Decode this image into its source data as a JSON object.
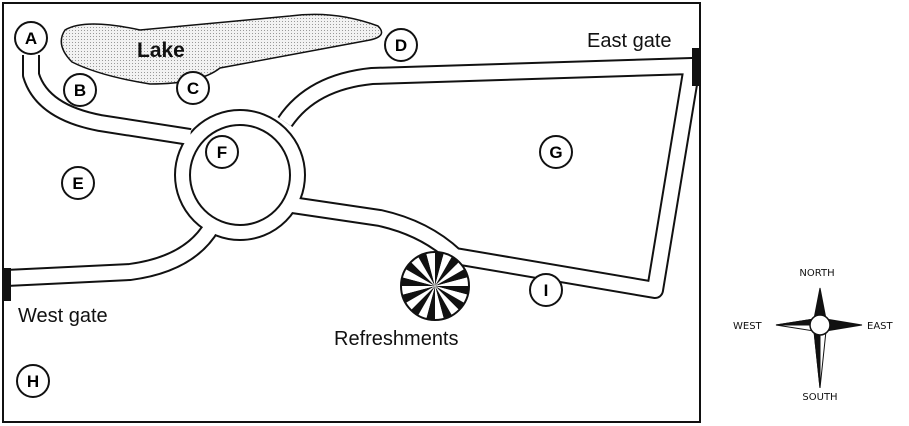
{
  "map": {
    "lake_label": "Lake",
    "east_gate_label": "East gate",
    "west_gate_label": "West gate",
    "refreshments_label": "Refreshments",
    "markers": [
      "A",
      "B",
      "C",
      "D",
      "E",
      "F",
      "G",
      "H",
      "I"
    ]
  },
  "compass": {
    "north": "NORTH",
    "south": "SOUTH",
    "east": "EAST",
    "west": "WEST"
  }
}
